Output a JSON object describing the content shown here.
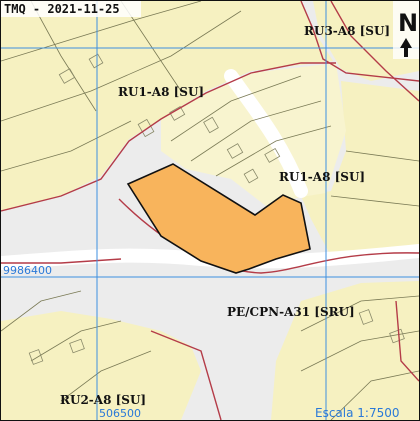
{
  "map": {
    "header_text": "TMQ - 2021-11-25",
    "scale_text": "Escala 1:7500",
    "north_symbol": "N",
    "north_arrow_icon": "arrow-up-icon",
    "grid": {
      "northing_label": "9986400",
      "easting_label": "506500"
    },
    "zones": [
      {
        "id": "ru3",
        "label": "RU3-A8 [SU]"
      },
      {
        "id": "ru1-nw",
        "label": "RU1-A8 [SU]"
      },
      {
        "id": "ru1-ne",
        "label": "RU1-A8 [SU]"
      },
      {
        "id": "pe",
        "label": "PE/CPN-A31 [SRU]"
      },
      {
        "id": "ru2",
        "label": "RU2-A8 [SU]"
      }
    ],
    "colors": {
      "zone_fill": "#f6f1c1",
      "road_fill": "#e9e9ea",
      "selected_parcel": "#f8b45c",
      "boundary_red": "#b43c48",
      "grid_blue": "#3d8fe0"
    }
  }
}
